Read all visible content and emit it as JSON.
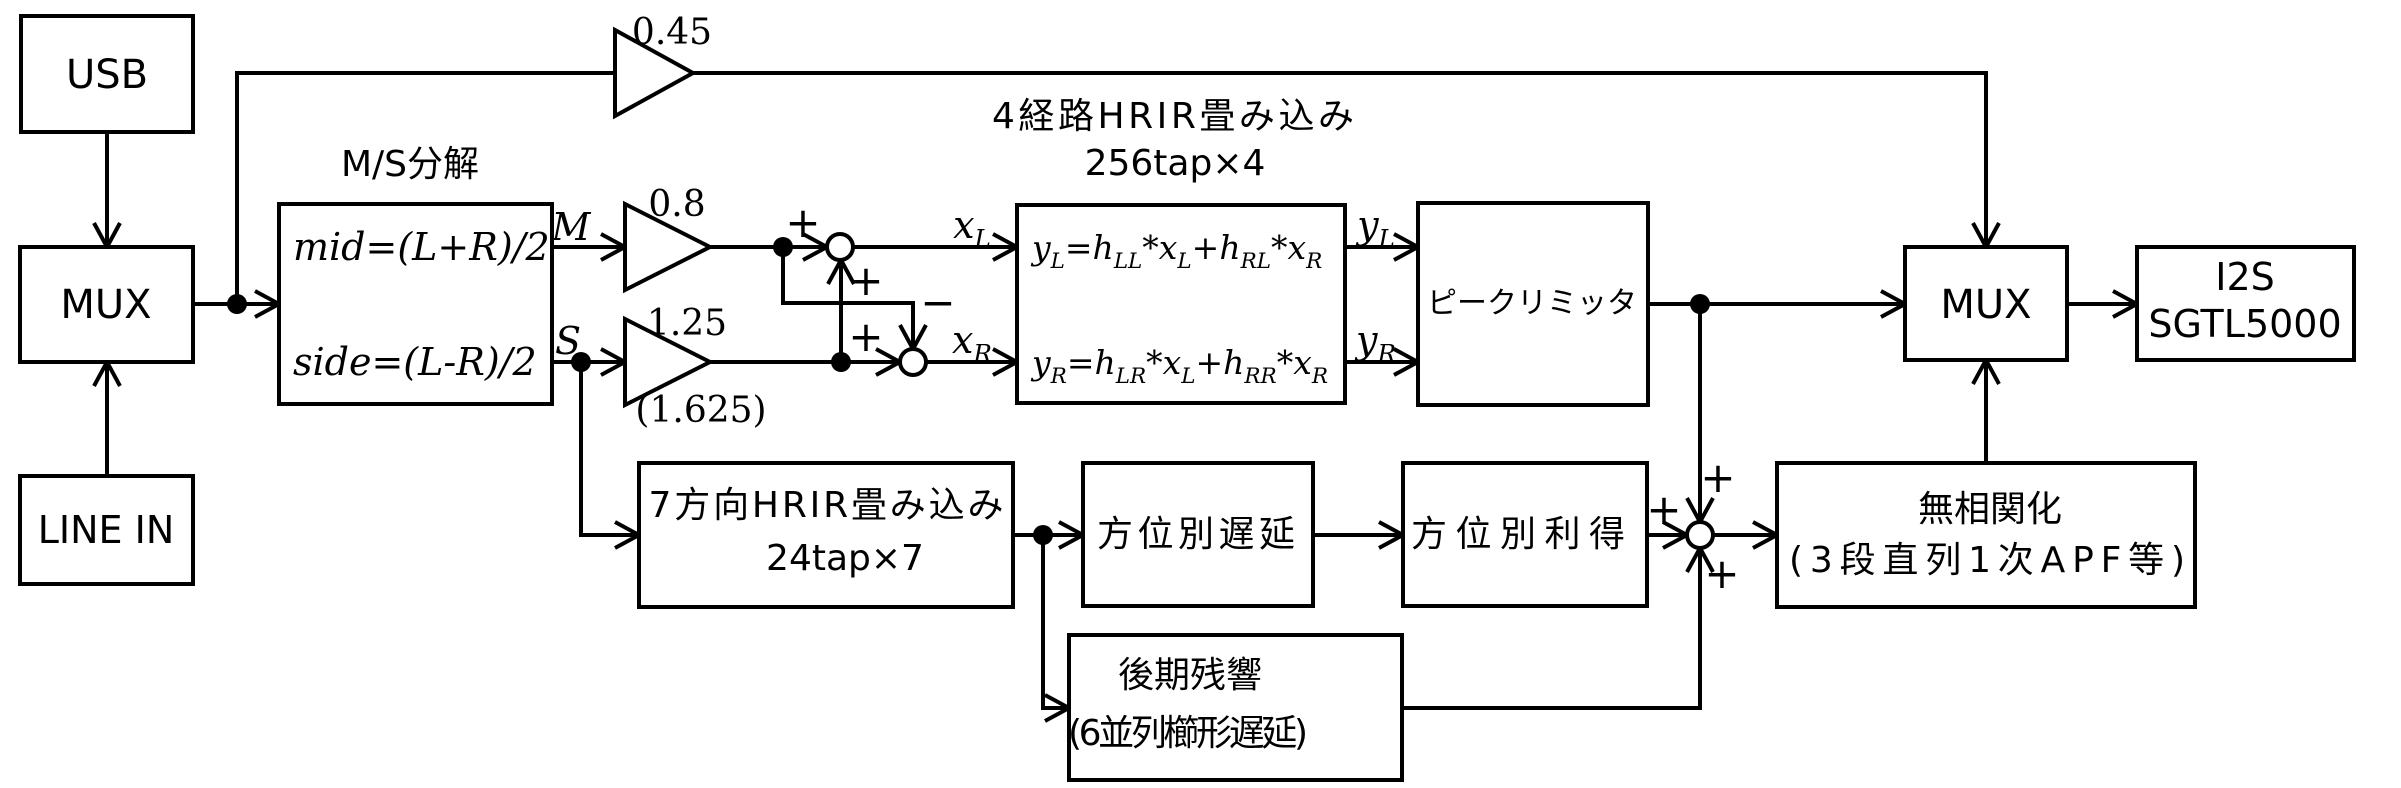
{
  "diagram": {
    "blocks": {
      "usb": {
        "label": "USB"
      },
      "mux_left": {
        "label": "MUX"
      },
      "line_in": {
        "label": "LINE IN"
      },
      "ms_split": {
        "title": "M/S分解",
        "eq_mid": "mid=(L+R)/2",
        "eq_side": "side=(L-R)/2"
      },
      "hrir4": {
        "title_line1": "4経路HRIR畳み込み",
        "title_line2": "256tap×4",
        "eq_left": "y~L~=h~LL~*x~L~+h~RL~*x~R~",
        "eq_right": "y~R~=h~LR~*x~L~+h~RR~*x~R~"
      },
      "limiter": {
        "label": "ピークリミッタ"
      },
      "mux_right": {
        "label": "MUX"
      },
      "i2s": {
        "line1": "I2S",
        "line2": "SGTL5000"
      },
      "hrir7": {
        "line1": "7方向HRIR畳み込み",
        "line2": "24tap×7"
      },
      "dir_delay": {
        "label": "方位別遅延"
      },
      "dir_gain": {
        "label": "方位別利得"
      },
      "decorrelate": {
        "line1": "無相関化",
        "line2": "(3段直列1次APF等)"
      },
      "late_reverb": {
        "line1": "後期残響",
        "line2": "(6並列櫛形遅延)"
      }
    },
    "gains": {
      "bypass": "0.45",
      "mid": "0.8",
      "side": "1.25",
      "side_alt": "(1.625)"
    },
    "signals": {
      "m": "M",
      "s": "S",
      "xl": "x~L~",
      "xr": "x~R~",
      "yl": "y~L~",
      "yr": "y~R~"
    },
    "signs": {
      "plus": "+",
      "minus": "−"
    },
    "colors": {
      "ink": "#000000",
      "background": "#ffffff"
    }
  }
}
